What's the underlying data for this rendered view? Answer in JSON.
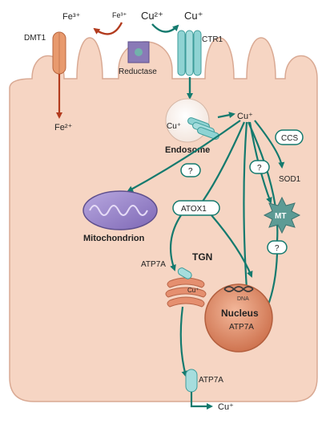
{
  "labels": {
    "fe3_left": "Fe³⁺",
    "fe3_right": "Fe³⁺",
    "cu2": "Cu²⁺",
    "cu_plus_top": "Cu⁺",
    "dmt1": "DMT1",
    "ctr1": "CTR1",
    "reductase": "Reductase",
    "fe2": "Fe²⁺",
    "endosome_cu": "Cu⁺",
    "endosome": "Endosome",
    "hub_cu": "Cu⁺",
    "ccs": "CCS",
    "q1": "?",
    "q2": "?",
    "q3": "?",
    "sod1": "SOD1",
    "mt": "MT",
    "atox1": "ATOX1",
    "mitochondrion": "Mitochondrion",
    "tgn": "TGN",
    "atp7a_tgn": "ATP7A",
    "tgn_cu": "Cu⁺",
    "dna": "DNA",
    "nucleus": "Nucleus",
    "atp7a_nucleus": "ATP7A",
    "atp7a_membrane": "ATP7A",
    "cu_out": "Cu⁺"
  },
  "colors": {
    "cell_fill": "#f6d5c3",
    "cell_stroke": "#d9a993",
    "arrow_teal": "#147a6e",
    "arrow_red": "#b23b1e",
    "ctr1_channel": "#8fd3d3",
    "mitochondrion": "#9a86c9",
    "nucleus": "#de8a66",
    "mt_star": "#5d9b95",
    "reductase": "#8a7ab7"
  },
  "icons": [
    "dmt1-transporter",
    "ctr1-channel",
    "reductase-enzyme",
    "mitochondrion",
    "golgi-tgn",
    "nucleus",
    "dna-helix",
    "mt-star"
  ]
}
